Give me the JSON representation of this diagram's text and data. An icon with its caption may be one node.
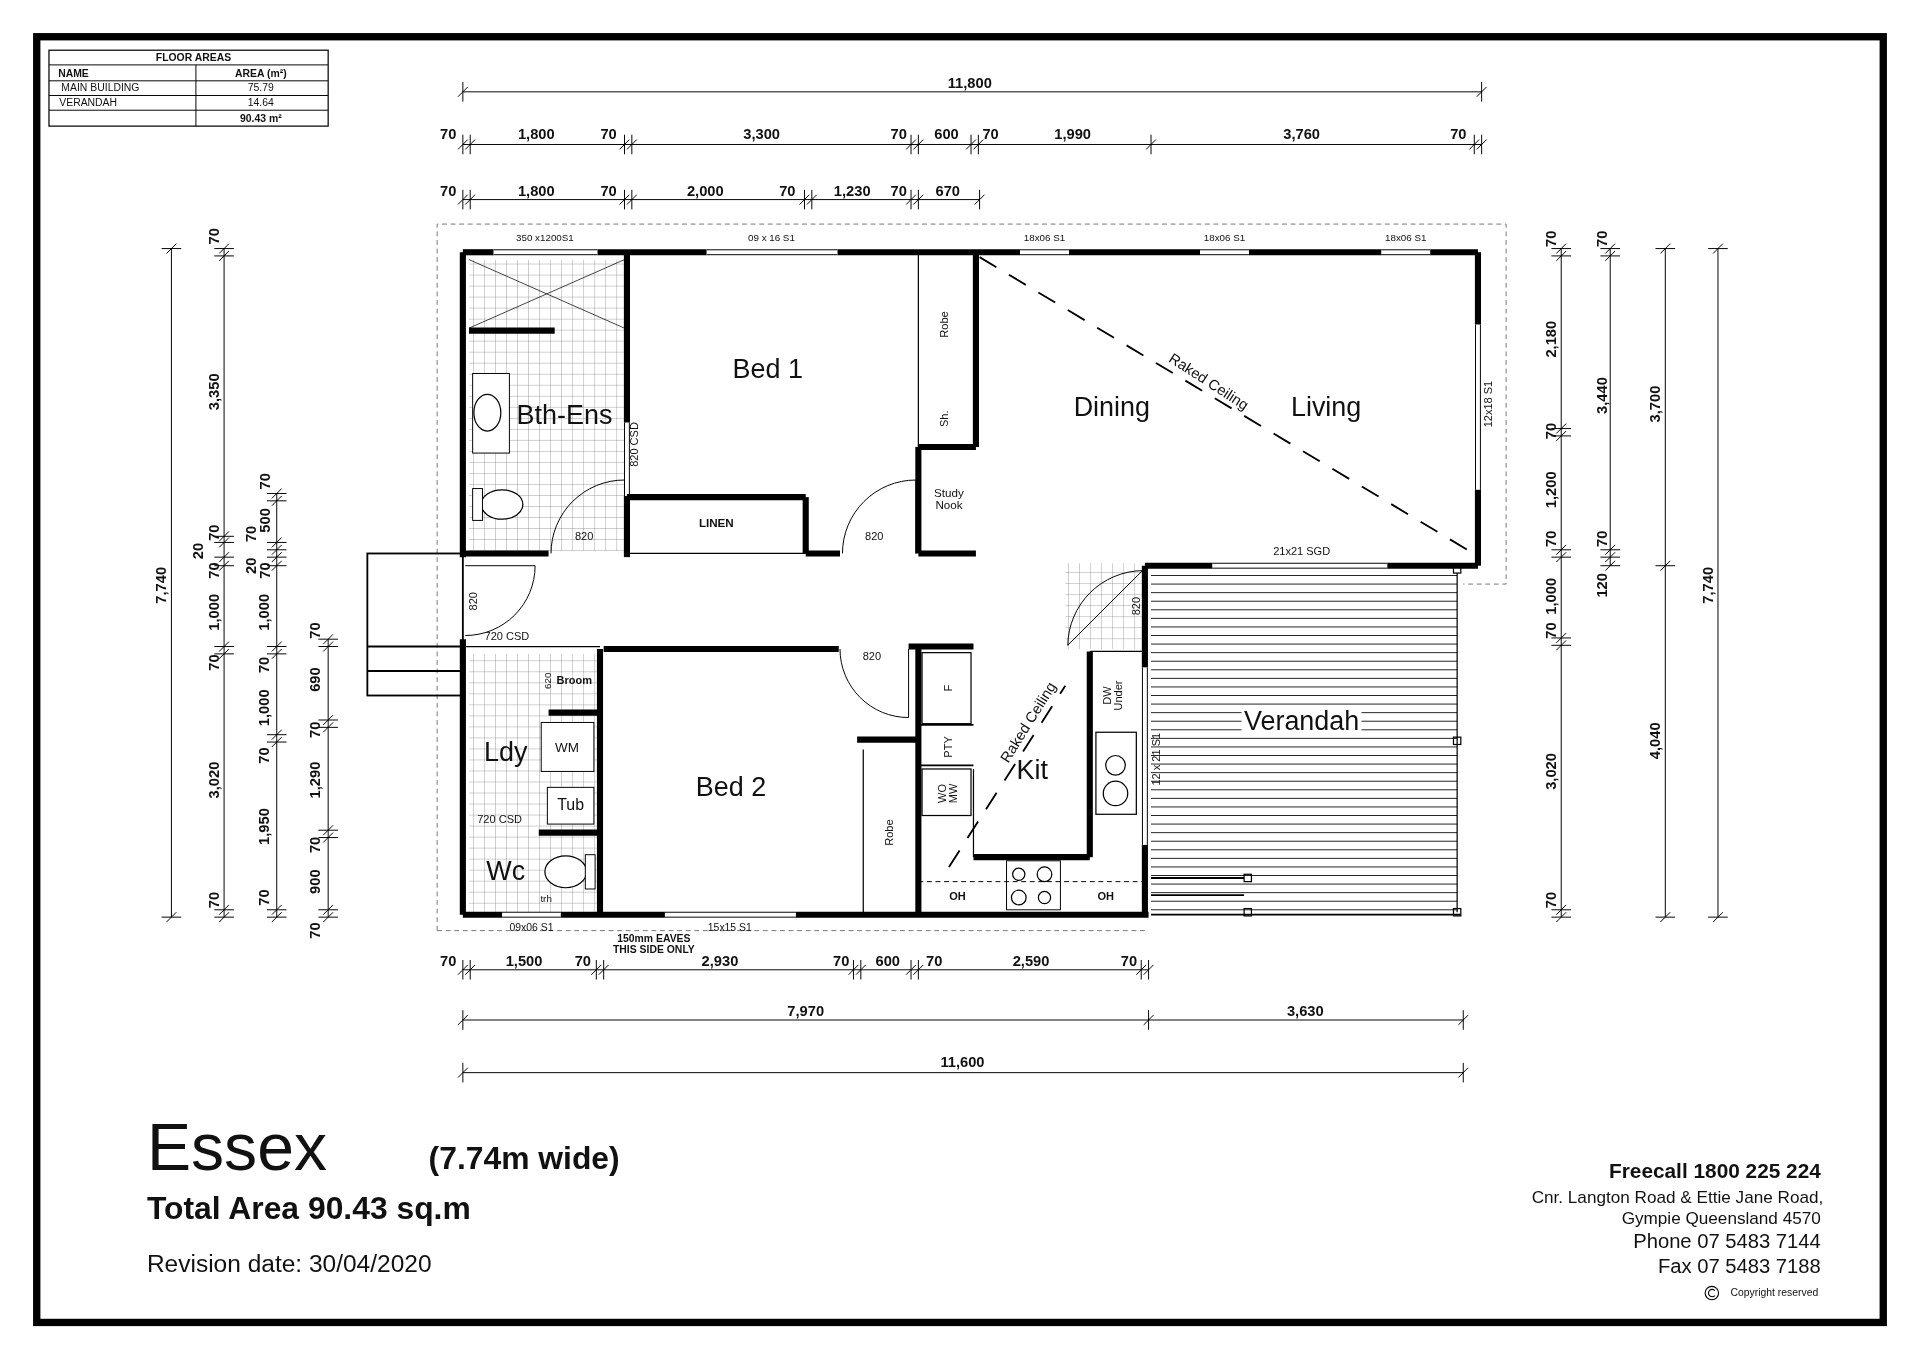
{
  "diagram": {
    "title": "Essex",
    "labels": [
      "FLOOR AREAS",
      "NAME",
      "AREA (m²)",
      "MAIN BUILDING",
      "75.79",
      "VERANDAH",
      "14.64",
      "90.43 m²",
      "11,800",
      "70",
      "1,800",
      "70",
      "3,300",
      "70",
      "600",
      "70",
      "1,990",
      "3,760",
      "70",
      "70",
      "1,800",
      "70",
      "2,000",
      "70",
      "1,230",
      "70",
      "670",
      "350 x1200S1",
      "09 x 16 S1",
      "18x06 S1",
      "18x06 S1",
      "18x06 S1",
      "7,740",
      "70",
      "3,350",
      "70",
      "20",
      "70",
      "1,000",
      "70",
      "3,020",
      "70",
      "70",
      "500",
      "70",
      "20",
      "70",
      "1,000",
      "70",
      "1,000",
      "70",
      "1,950",
      "70",
      "70",
      "690",
      "70",
      "1,290",
      "70",
      "900",
      "70",
      "Bed 1",
      "Bth-Ens",
      "Robe",
      "Dining",
      "Raked Ceiling",
      "Living",
      "12x18 S1",
      "Sh.",
      "820 CSD",
      "Study Nook",
      "LINEN",
      "820",
      "820",
      "21x21 SGD",
      "820",
      "820",
      "720 CSD",
      "820",
      "620",
      "Broom",
      "F",
      "DW Under",
      "Verandah",
      "Raked Ceiling",
      "PTY",
      "WM",
      "Ldy",
      "12 x 21 S1",
      "Kit",
      "Bed 2",
      "WO MW",
      "Tub",
      "720 CSD",
      "Robe",
      "Wc",
      "trh",
      "OH",
      "OH",
      "09x06 S1",
      "15x15 S1",
      "150mm EAVES THIS SIDE ONLY",
      "70",
      "2,180",
      "70",
      "1,200",
      "70",
      "1,000",
      "70",
      "3,020",
      "70",
      "70",
      "3,440",
      "70",
      "120",
      "3,700",
      "4,040",
      "7,740",
      "70",
      "1,500",
      "70",
      "2,930",
      "70",
      "600",
      "70",
      "2,590",
      "70",
      "7,970",
      "3,630",
      "11,600",
      "(7.74m wide)",
      "Total Area 90.43 sq.m",
      "Revision date: 30/04/2020",
      "Freecall 1800 225 224",
      "Cnr. Langton Road & Ettie Jane Road,",
      "Gympie Queensland 4570",
      "Phone 07 5483 7144",
      "Fax 07 5483 7188",
      "Copyright reserved"
    ]
  }
}
